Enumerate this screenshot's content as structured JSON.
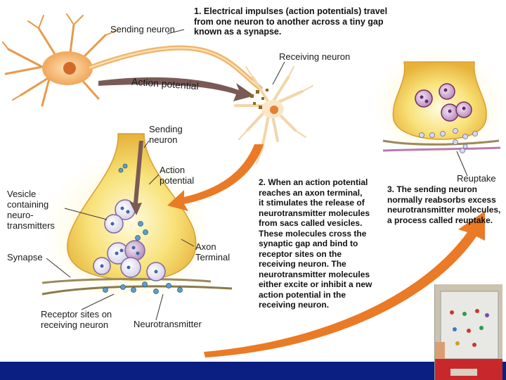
{
  "labels": {
    "sending_neuron_top": "Sending neuron",
    "receiving_neuron": "Receiving neuron",
    "action_potential_arrow": "Action potential",
    "sending_neuron_mid": "Sending\nneuron",
    "action_potential_mid": "Action\npotential",
    "vesicle": "Vesicle\ncontaining\nneuro-\ntransmitters",
    "synapse": "Synapse",
    "axon_terminal": "Axon\nTerminal",
    "receptor_sites": "Receptor sites on\nreceiving neuron",
    "neurotransmitter": "Neurotransmitter",
    "reuptake": "Reuptake"
  },
  "steps": {
    "step1": "1. Electrical impulses (action potentials) travel\nfrom one neuron to another across a tiny gap\nknown as a synapse.",
    "step2": "2. When an action potential\nreaches an axon terminal,\nit stimulates the release of\nneurotransmitter molecules\nfrom sacs called vesicles.\nThese molecules cross the\nsynaptic gap and bind to\nreceptor sites on the\nreceiving neuron.  The\nneurotransmitter molecules\neither excite or inhibit a new\naction potential in the\nreceiving neuron.",
    "step3": "3. The sending neuron\nnormally reabsorbs excess\nneurotransmitter molecules,\na process called reuptake."
  },
  "colors": {
    "neuron_orange": "#f0a050",
    "terminal_yellow": "#f6d860",
    "arrow_orange": "#ea7a25",
    "action_arrow_gray": "#7a5a55",
    "bar_blue": "#0b1f82"
  }
}
